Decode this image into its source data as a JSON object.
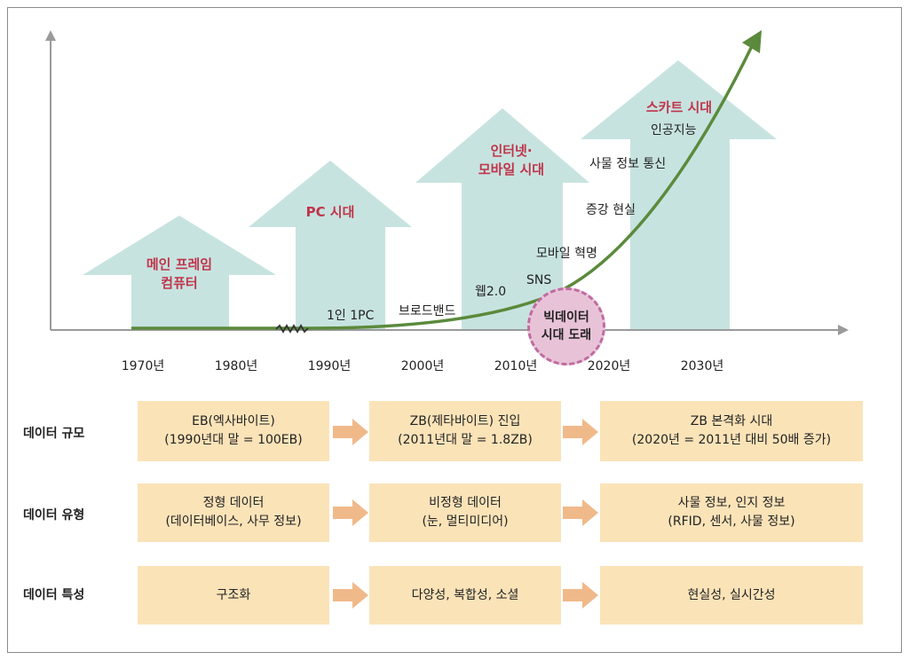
{
  "eras": [
    {
      "label_line1": "메인 프레임",
      "label_line2": "컴퓨터"
    },
    {
      "label_line1": "PC 시대",
      "label_line2": ""
    },
    {
      "label_line1": "인터넷·",
      "label_line2": "모바일 시대"
    },
    {
      "label_line1": "스카트 시대",
      "label_line2": ""
    }
  ],
  "technologies": [
    "1인 1PC",
    "브로드밴드",
    "웹2.0",
    "SNS",
    "모바일 혁명",
    "증강 현실",
    "사물 정보 통신",
    "인공지능"
  ],
  "bigdata_label_line1": "빅데이터",
  "bigdata_label_line2": "시대 도래",
  "years": [
    "1970년",
    "1980년",
    "1990년",
    "2000년",
    "2010년",
    "2020년",
    "2030년"
  ],
  "rows": [
    {
      "label": "데이터 규모",
      "cells": [
        {
          "line1": "EB(엑사바이트)",
          "line2": "(1990년대 말 = 100EB)"
        },
        {
          "line1": "ZB(제타바이트) 진입",
          "line2": "(2011년대 말 = 1.8ZB)"
        },
        {
          "line1": "ZB 본격화 시대",
          "line2": "(2020년 = 2011년 대비 50배 증가)"
        }
      ]
    },
    {
      "label": "데이터 유형",
      "cells": [
        {
          "line1": "정형 데이터",
          "line2": "(데이터베이스, 사무 정보)"
        },
        {
          "line1": "비정형 데이터",
          "line2": "(눈, 멀티미디어)"
        },
        {
          "line1": "사물 정보, 인지 정보",
          "line2": "(RFID, 센서, 사물 정보)"
        }
      ]
    },
    {
      "label": "데이터 특성",
      "cells": [
        {
          "line1": "구조화",
          "line2": ""
        },
        {
          "line1": "다양성, 복합성, 소셜",
          "line2": ""
        },
        {
          "line1": "현실성, 실시간성",
          "line2": ""
        }
      ]
    }
  ],
  "colors": {
    "arrow_fill": "#c7e3e0",
    "curve": "#5b8a3c",
    "era_text": "#c0344a",
    "box_fill": "#fbe3b8",
    "box_arrow": "#f0b98a",
    "bigdata_fill": "#e8c3d8",
    "bigdata_border": "#c06ba0"
  }
}
